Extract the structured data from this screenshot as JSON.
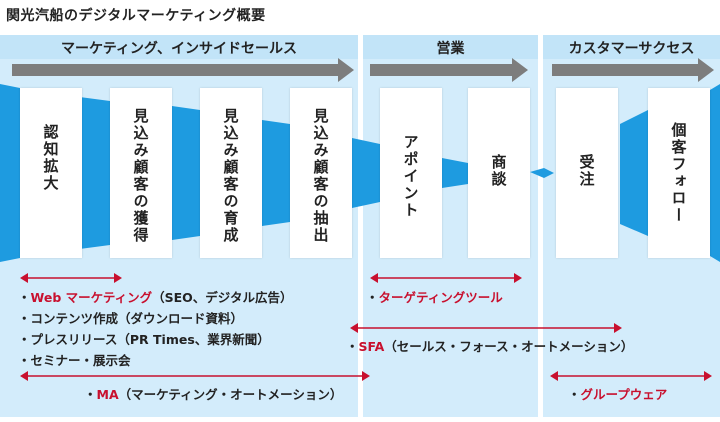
{
  "title": "関光汽船のデジタルマーケティング概要",
  "phases": [
    {
      "label": "マーケティング、インサイドセールス"
    },
    {
      "label": "営業"
    },
    {
      "label": "カスタマーサクセス"
    }
  ],
  "stages": [
    {
      "label": "認知拡大"
    },
    {
      "label": "見込み顧客の獲得"
    },
    {
      "label": "見込み顧客の育成"
    },
    {
      "label": "見込み顧客の抽出"
    },
    {
      "label": "アポイント"
    },
    {
      "label": "商談"
    },
    {
      "label": "受注"
    },
    {
      "label": "個客フォロー"
    }
  ],
  "marketing_list": {
    "items": [
      {
        "bullet": "・",
        "highlight": "Web マーケティング",
        "text": "（SEO、デジタル広告）"
      },
      {
        "bullet": "・",
        "highlight": "",
        "text": "コンテンツ作成（ダウンロード資料）"
      },
      {
        "bullet": "・",
        "highlight": "",
        "text": "プレスリリース（PR Times、業界新聞）"
      },
      {
        "bullet": "・",
        "highlight": "",
        "text": "セミナー・展示会"
      }
    ]
  },
  "tools": {
    "targeting": {
      "bullet": "・",
      "highlight": "ターゲティングツール"
    },
    "sfa": {
      "bullet": "・",
      "highlight": "SFA",
      "text": "（セールス・フォース・オートメーション）"
    },
    "ma": {
      "bullet": "・",
      "highlight": "MA",
      "text": "（マーケティング・オートメーション）"
    },
    "groupware": {
      "bullet": "・",
      "highlight": "グループウェア"
    }
  },
  "colors": {
    "lane_bg": "#d3ecfb",
    "funnel_blue": "#1e9be0",
    "arrow_gray": "#7d7d7d",
    "accent_red": "#c8102e"
  }
}
